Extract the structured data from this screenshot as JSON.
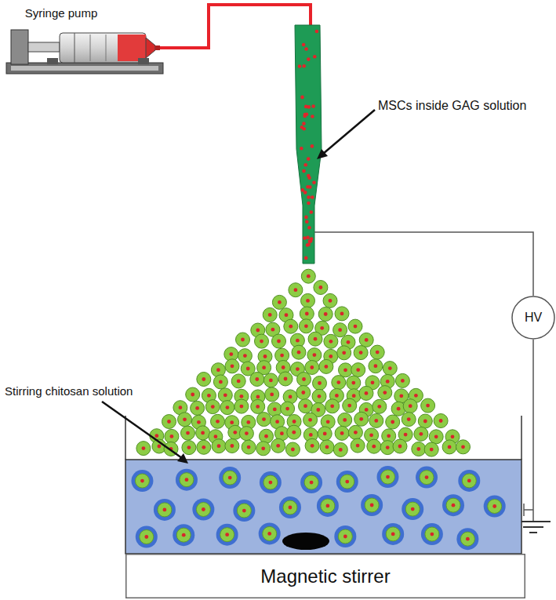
{
  "diagram": {
    "nodes": [
      {
        "text": [
          "HV"
        ]
      },
      {
        "text": [
          "Magnetic stirrer"
        ]
      }
    ],
    "labels": [
      "Syringe pump",
      "MSCs inside GAG solution",
      "Stirring chitosan solution"
    ]
  }
}
